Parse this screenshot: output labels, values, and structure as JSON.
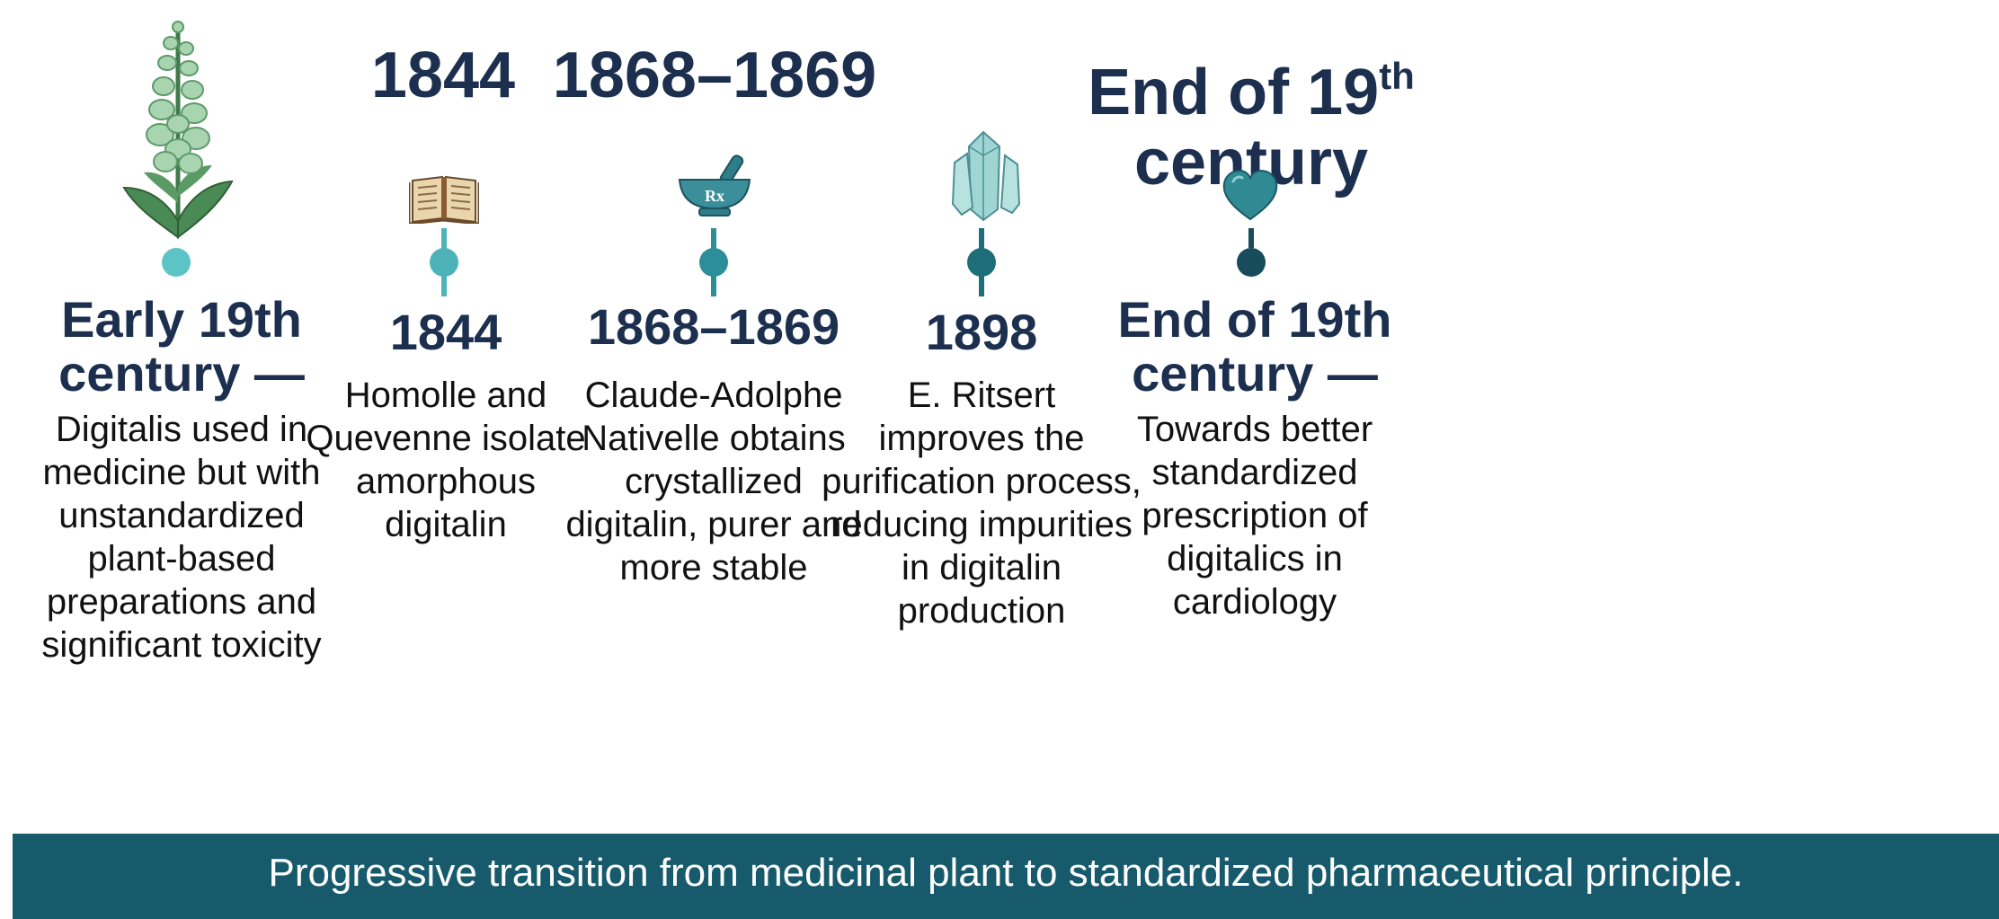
{
  "top_labels": [
    "1844",
    "1868–1869",
    {
      "main": "End of 19",
      "sup": "th",
      "line2": "century"
    }
  ],
  "events": [
    {
      "title_line1": "Early 19th",
      "title_line2": "century —",
      "description": [
        "Digitalis used in",
        "medicine but with",
        "unstandardized",
        "plant-based",
        "preparations and",
        "significant toxicity"
      ],
      "icon": "foxglove-plant-icon"
    },
    {
      "title_line1": "1844",
      "title_line2": "",
      "description": [
        "Homolle and",
        "Quevenne isolate",
        "amorphous",
        "digitalin"
      ],
      "icon": "open-book-icon"
    },
    {
      "title_line1": "1868–1869",
      "title_line2": "",
      "description": [
        "Claude-Adolphe",
        "Nativelle obtains",
        "crystallized",
        "digitalin, purer and",
        "more stable"
      ],
      "icon": "mortar-pestle-icon",
      "icon_text": "Rx"
    },
    {
      "title_line1": "1898",
      "title_line2": "",
      "description": [
        "E. Ritsert",
        "improves the",
        "purification process,",
        "reducing impurities",
        "in digitalin",
        "production"
      ],
      "icon": "crystal-icon"
    },
    {
      "title_line1": "End of 19th",
      "title_line2": "century —",
      "description": [
        "Towards better",
        "standardized",
        "prescription of",
        "digitalics in",
        "cardiology"
      ],
      "icon": "heart-icon"
    }
  ],
  "footer": {
    "text": "Progressive transition from medicinal plant to standardized pharmaceutical principle."
  },
  "colors": {
    "title": "#1c2f4e",
    "footer_band": "#165a6c",
    "timeline_start": "#5cc4c6",
    "timeline_end": "#184b5c",
    "leaf": "#3f7a4a",
    "bloom": "#a9d4b0"
  }
}
